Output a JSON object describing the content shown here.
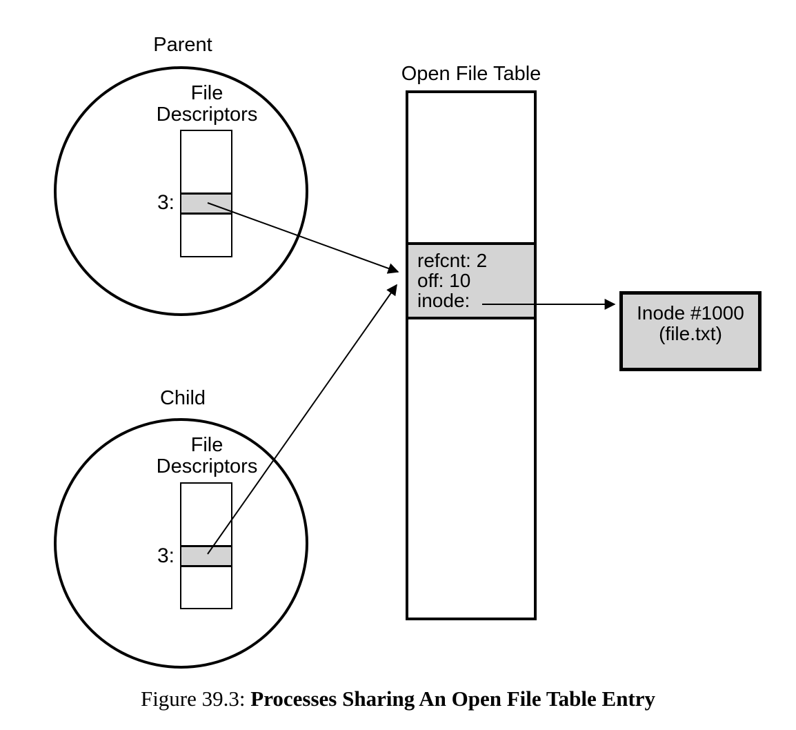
{
  "figure": {
    "parent_process": {
      "title": "Parent",
      "fd_caption_line1": "File",
      "fd_caption_line2": "Descriptors",
      "fd_index_label": "3:"
    },
    "child_process": {
      "title": "Child",
      "fd_caption_line1": "File",
      "fd_caption_line2": "Descriptors",
      "fd_index_label": "3:"
    },
    "open_file_table": {
      "title": "Open File Table",
      "entry": {
        "refcnt": "refcnt: 2",
        "off": "off: 10",
        "inode": "inode:"
      }
    },
    "inode": {
      "line1": "Inode #1000",
      "line2": "(file.txt)"
    },
    "caption": {
      "figure_number": "Figure 39.3:",
      "title": "Processes Sharing An Open File Table Entry"
    },
    "colors": {
      "highlight_fill": "#d4d4d4",
      "stroke": "#000000",
      "background": "#ffffff"
    }
  }
}
